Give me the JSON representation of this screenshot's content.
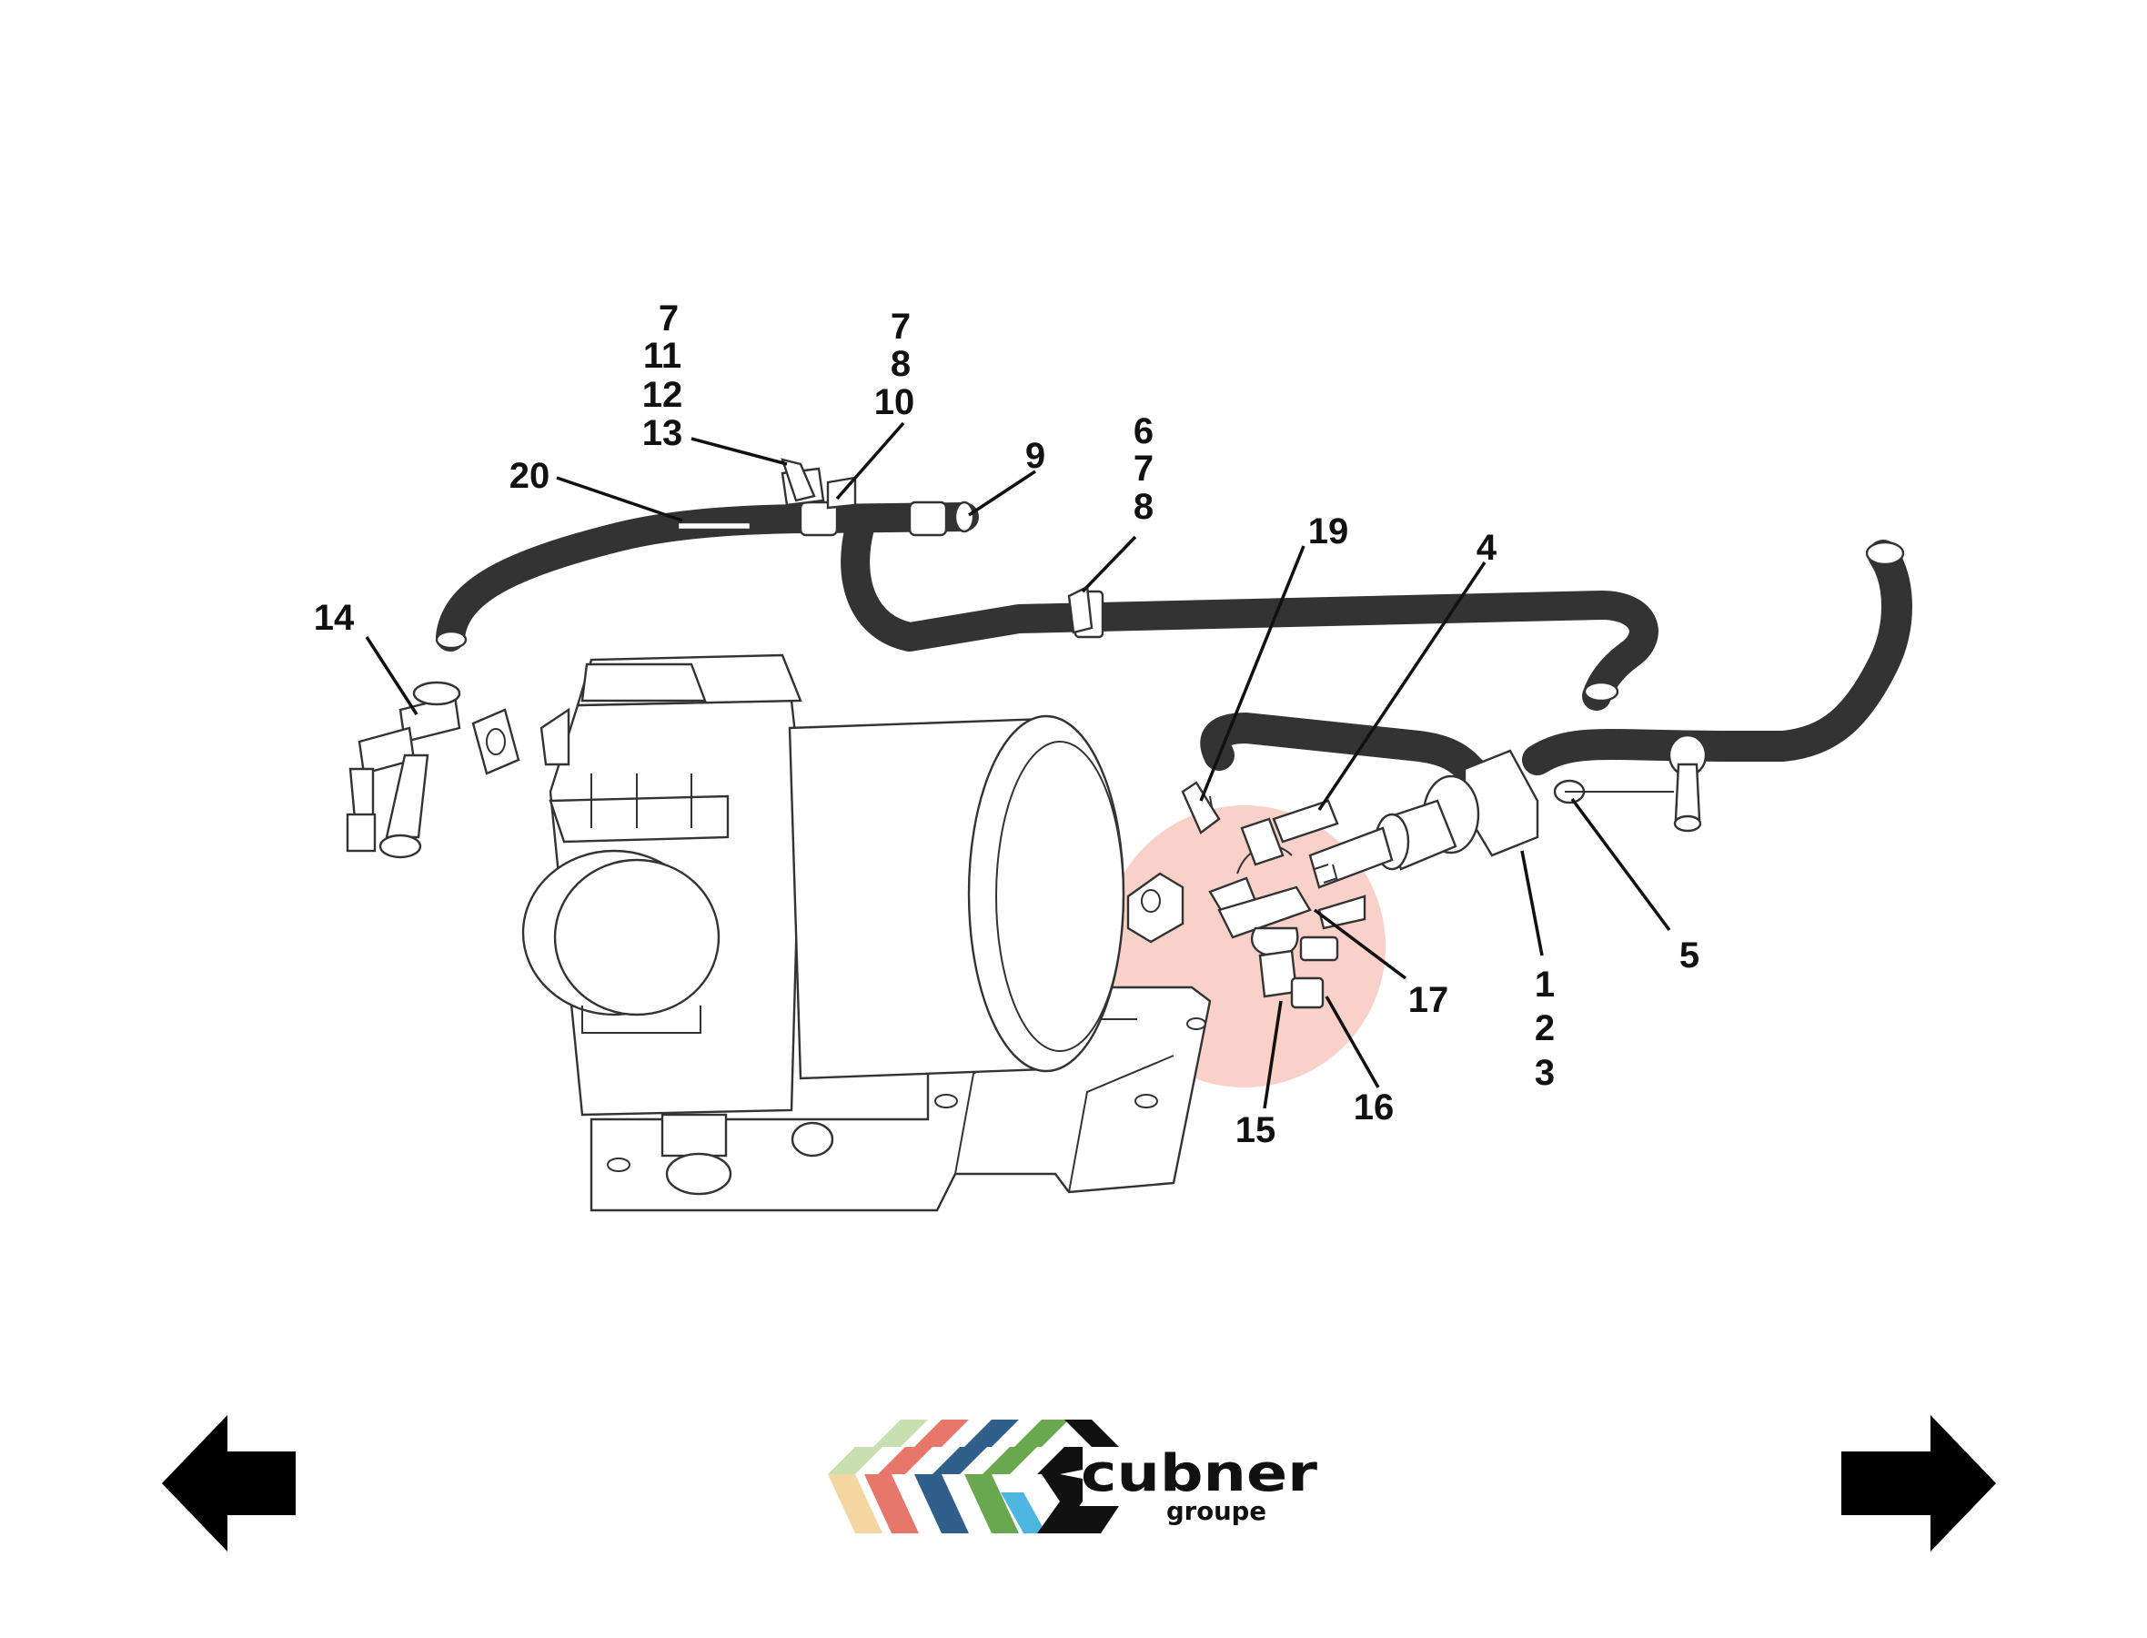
{
  "diagram": {
    "callouts": {
      "c_7_11_12_13": [
        "7",
        "11",
        "12",
        "13"
      ],
      "c_7_8_10": [
        "7",
        "8",
        "10"
      ],
      "c_20": [
        "20"
      ],
      "c_9": [
        "9"
      ],
      "c_6_7_8": [
        "6",
        "7",
        "8"
      ],
      "c_19": [
        "19"
      ],
      "c_4": [
        "4"
      ],
      "c_14": [
        "14"
      ],
      "c_17": [
        "17"
      ],
      "c_1_2_3": [
        "1",
        "2",
        "3"
      ],
      "c_5": [
        "5"
      ],
      "c_15": [
        "15"
      ],
      "c_16": [
        "16"
      ]
    },
    "highlight_color": "#f8c9c0"
  },
  "navigation": {
    "prev_icon": "arrow-left-icon",
    "next_icon": "arrow-right-icon"
  },
  "logo": {
    "name": "cubner",
    "sub": "groupe",
    "colors": [
      "#c8dfb0",
      "#e8776b",
      "#2f5f8a",
      "#6aa84f",
      "#4cb6e0",
      "#f4d6a0",
      "#111111"
    ]
  }
}
